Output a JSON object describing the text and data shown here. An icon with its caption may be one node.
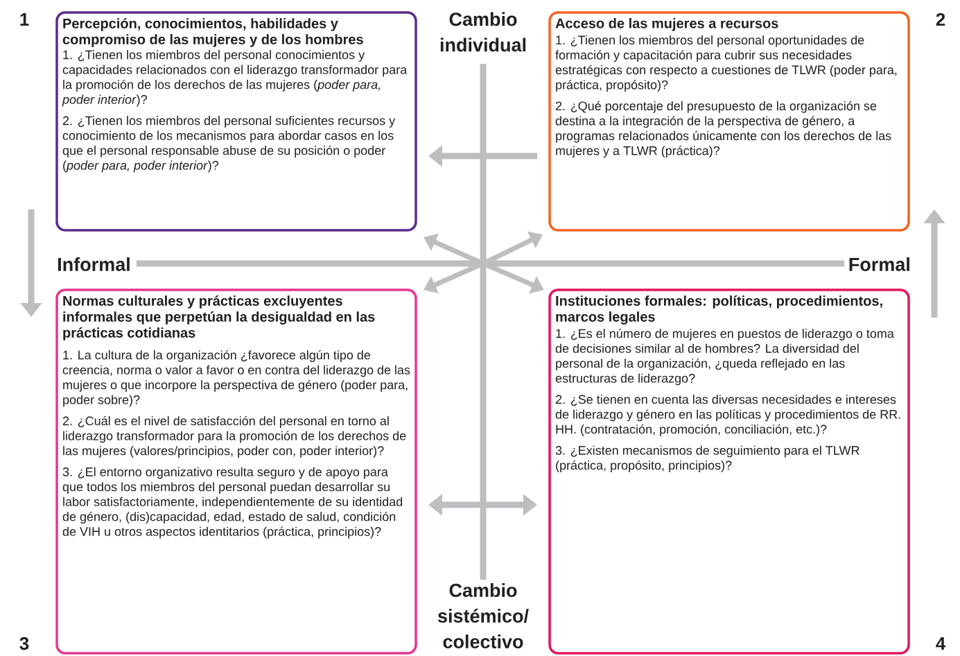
{
  "diagram": {
    "nodes": [
      {
        "text": [
          "Percepción, conocimientos, habilidades y compromiso de las mujeres y de los hombres",
          "1. ¿Tienen los miembros del personal conocimientos y capacidades relacionados con el liderazgo transformador para la promoción de los derechos de las mujeres (*poder para, poder interior*)?",
          "2. ¿Tienen los miembros del personal suficientes recursos y conocimiento de los mecanismos para abordar casos en los que el personal responsable abuse de su posición o poder (*poder para, poder interior*)?"
        ]
      },
      {
        "text": [
          "Acceso de las mujeres a recursos",
          "1. ¿Tienen los miembros del personal oportunidades de formación y capacitación para cubrir sus necesidades estratégicas con respecto a cuestiones de TLWR (poder para, práctica, propósito)?",
          "2. ¿Qué porcentaje del presupuesto de la organización se destina a la integración de la perspectiva de género, a programas relacionados únicamente con los derechos de las mujeres y a TLWR (práctica)?"
        ]
      },
      {
        "text": [
          "Normas culturales y prácticas excluyentes informales que perpetúan la desigualdad en las prácticas cotidianas",
          "1. La cultura de la organización ¿favorece algún tipo de creencia, norma o valor a favor o en contra del liderazgo de las mujeres o que incorpore la perspectiva de género (poder para, poder sobre)?",
          "2. ¿Cuál es el nivel de satisfacción del personal en torno al liderazgo transformador para la promoción de los derechos de las mujeres (valores/principios, poder con, poder interior)?",
          "3. ¿El entorno organizativo resulta seguro y de apoyo para que todos los miembros del personal puedan desarrollar su labor satisfactoriamente, independientemente de su identidad de género, (dis)capacidad, edad, estado de salud, condición de VIH u otros aspectos identitarios (práctica, principios)?"
        ]
      },
      {
        "text": [
          "Instituciones formales: políticas, procedimientos, marcos legales",
          "1. ¿Es el número de mujeres en puestos de liderazgo o toma de decisiones similar al de hombres? La diversidad del personal de la organización, ¿queda reflejado en las estructuras de liderazgo?",
          "2. ¿Se tienen en cuenta las diversas necesidades e intereses de liderazgo y género en las políticas y procedimientos de RR. HH. (contratación, promoción, conciliación, etc.)?",
          "3. ¿Existen mecanismos de seguimiento para el TLWR (práctica, propósito, principios)?"
        ]
      }
    ],
    "edges": [
      {
        "from": 1,
        "to": 0,
        "arrow": "to"
      },
      {
        "from": 2,
        "to": 3,
        "arrow": "both"
      }
    ],
    "labels": [
      "1",
      "Cambio individual",
      "2",
      "Informal",
      "Formal",
      "3",
      "Cambio sistémico/ colectivo",
      "4"
    ]
  }
}
